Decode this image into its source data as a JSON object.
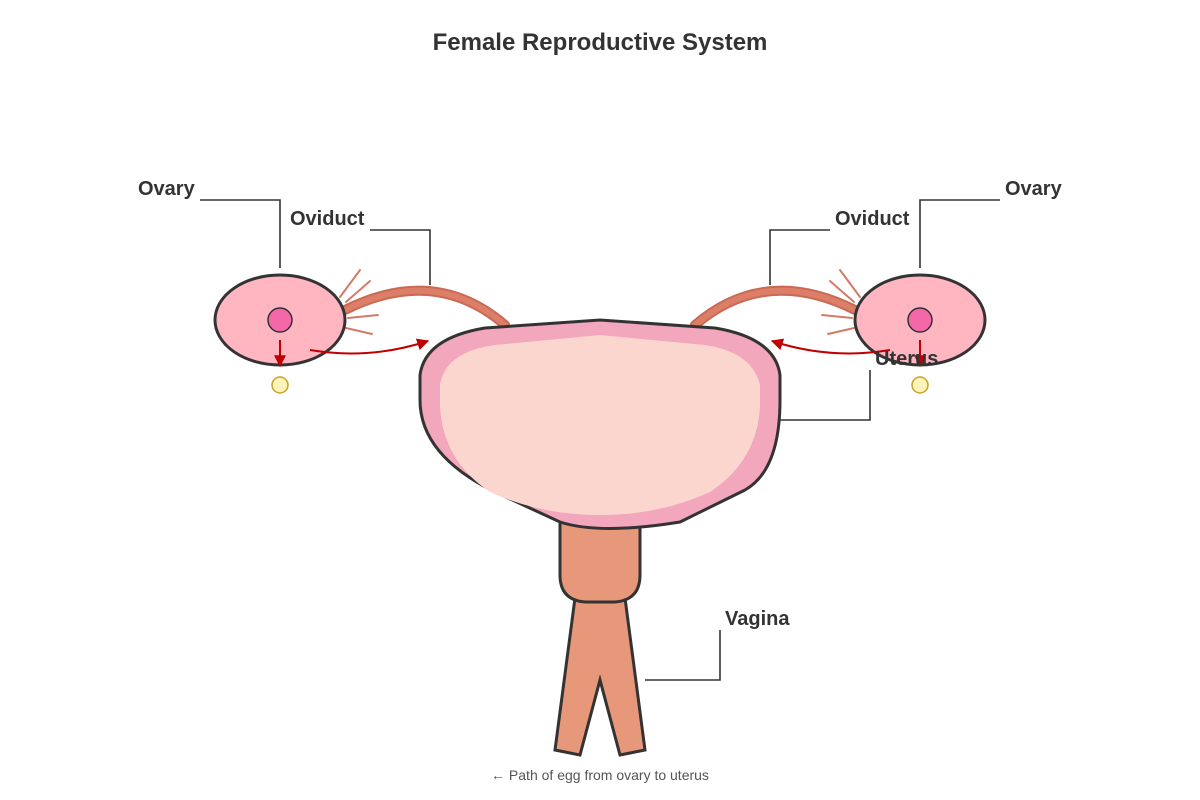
{
  "title": "Female Reproductive System",
  "labels": {
    "ovary_left": "Ovary",
    "ovary_right": "Ovary",
    "oviduct_left": "Oviduct",
    "oviduct_right": "Oviduct",
    "uterus": "Uterus",
    "vagina": "Vagina"
  },
  "caption": "← Path of egg from ovary to uterus",
  "colors": {
    "ovary_fill": "#ffb6c1",
    "follicle_fill": "#f467a8",
    "egg_fill": "#fff4b8",
    "egg_stroke": "#c9a227",
    "oviduct": "#dc7e68",
    "uterus_wall": "#f2a7bc",
    "uterus_cavity": "#fad6cf",
    "vagina_cervix": "#e8987a",
    "arrow": "#c00000",
    "outline": "#333333"
  }
}
